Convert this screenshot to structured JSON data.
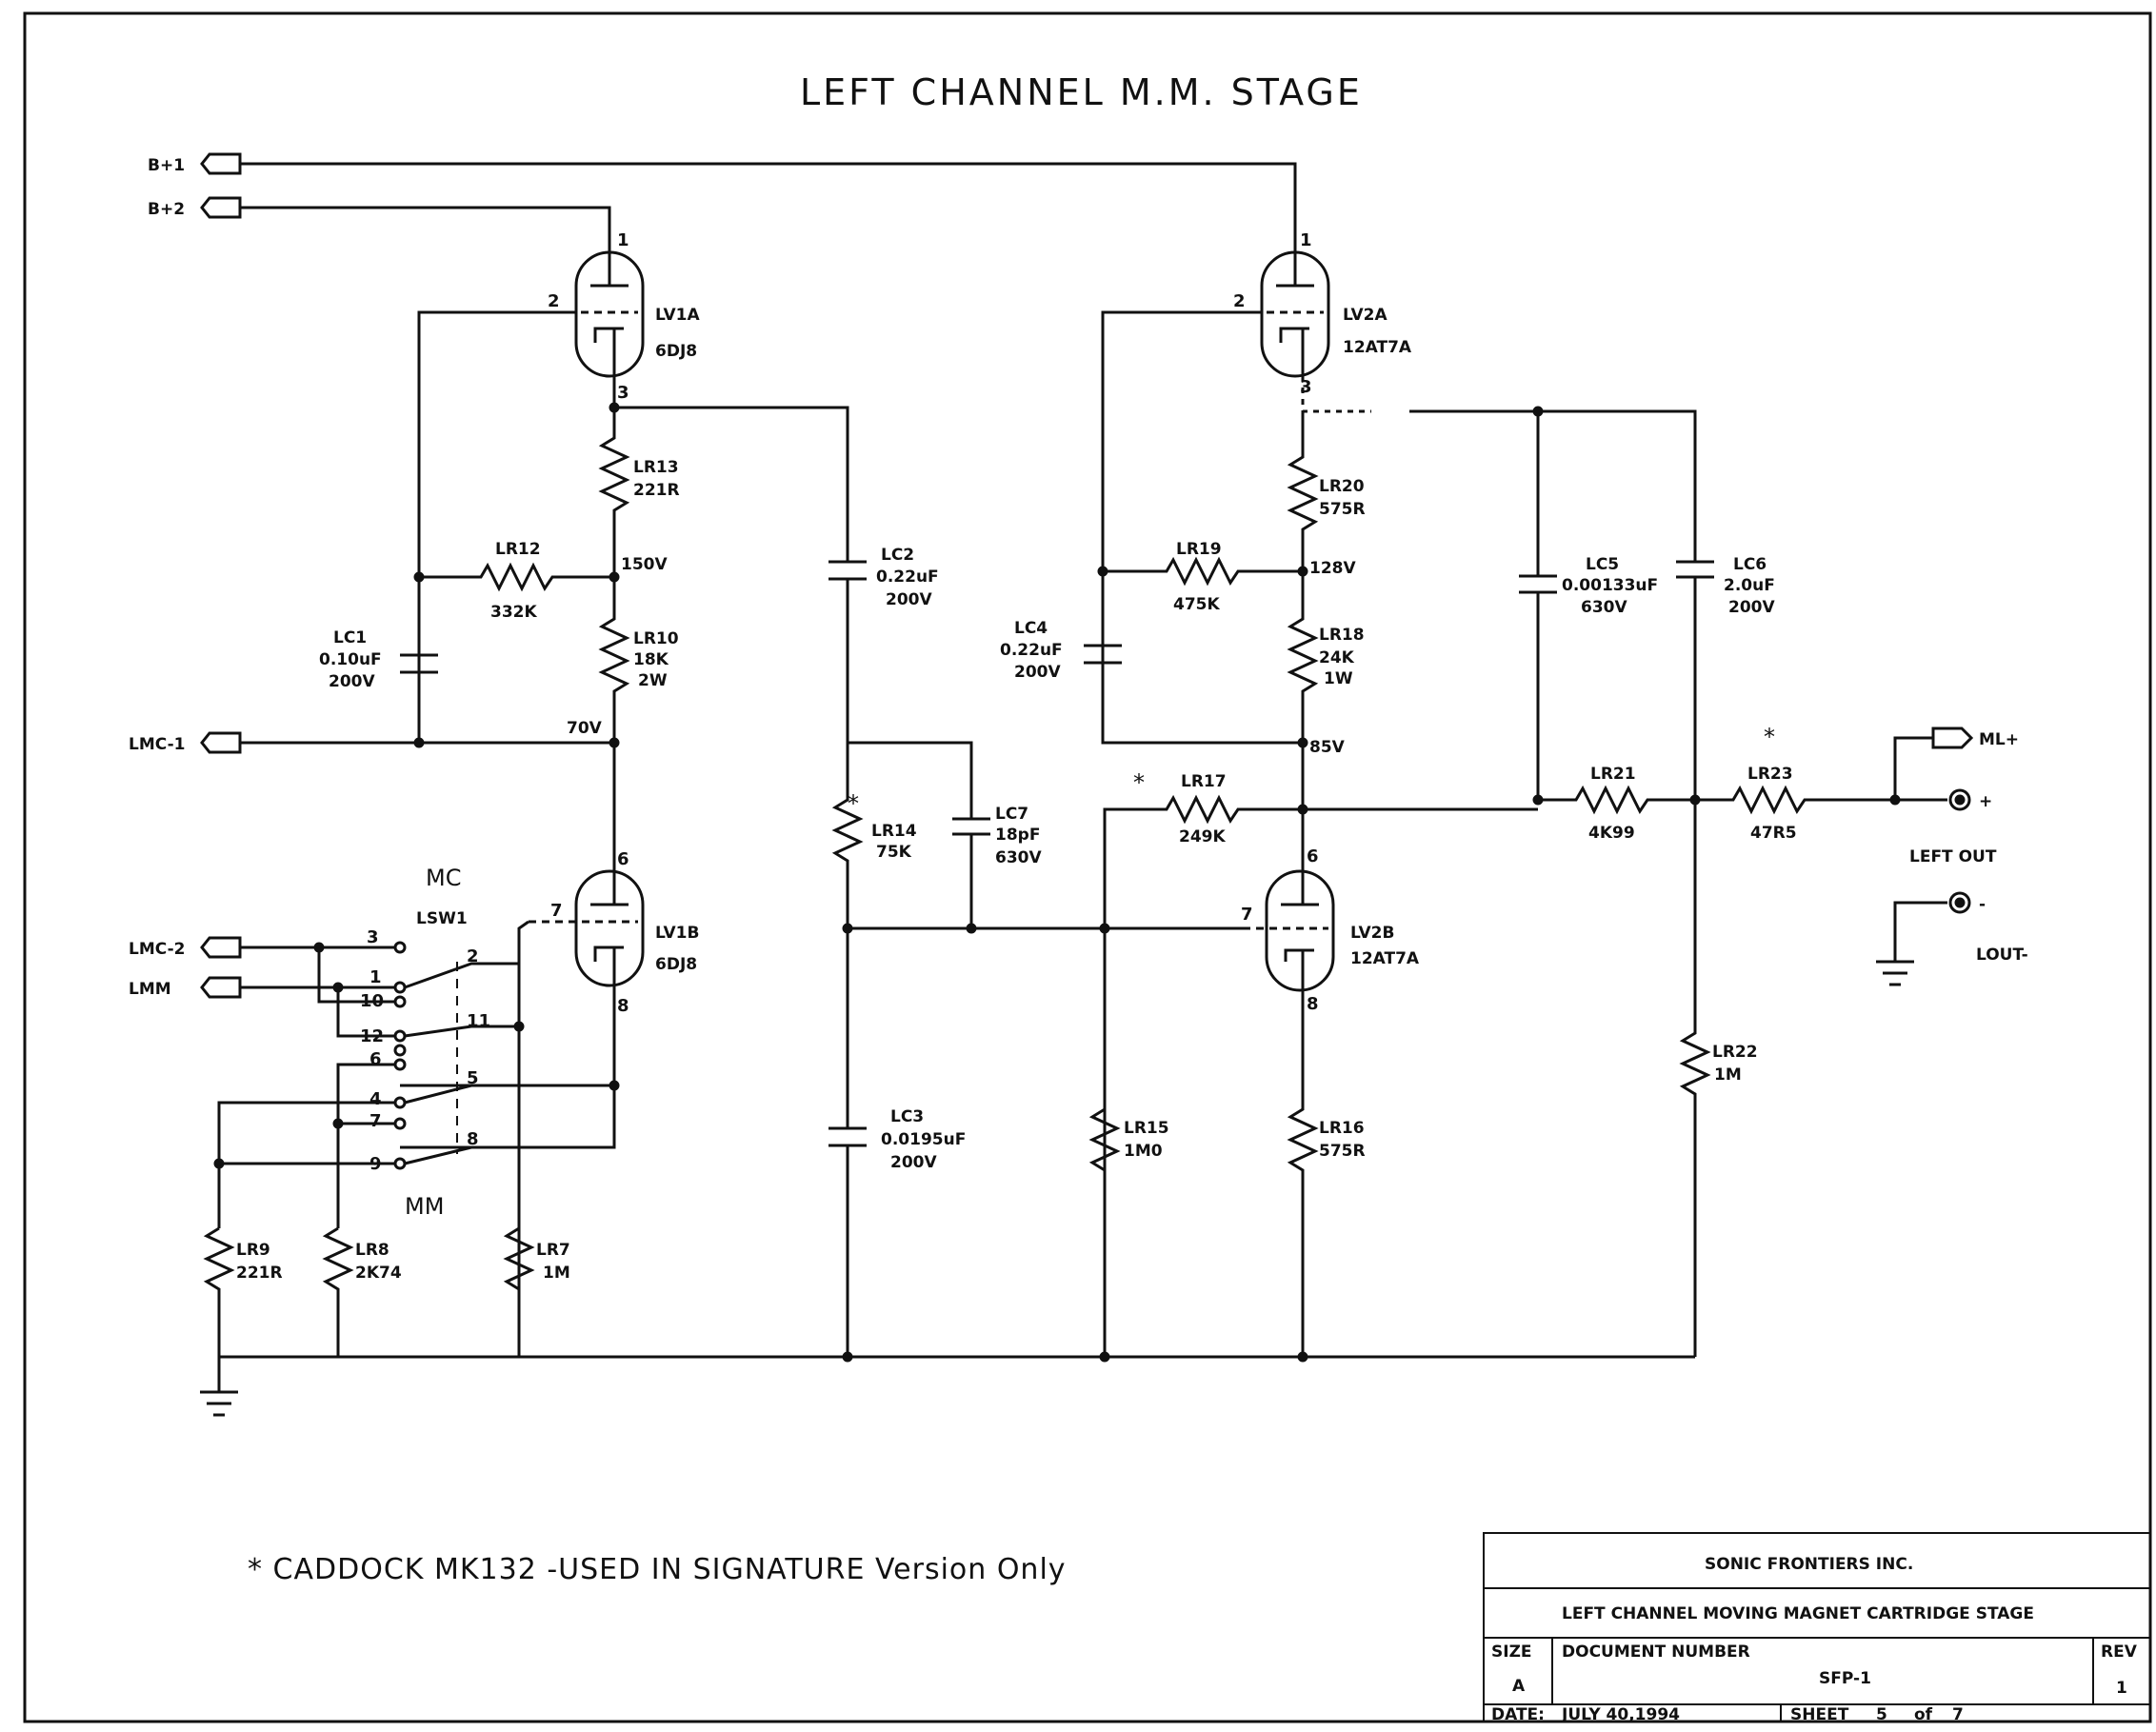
{
  "title": "LEFT CHANNEL M.M. STAGE",
  "ports": {
    "b1": "B+1",
    "b2": "B+2",
    "lmc1": "LMC-1",
    "lmc2": "LMC-2",
    "lmm": "LMM",
    "ml": "ML+",
    "lout_plus": "+",
    "lout_minus": "-",
    "left_out": "LEFT OUT",
    "lout": "LOUT-"
  },
  "tubes": {
    "lv1a": {
      "ref": "LV1A",
      "type": "6DJ8",
      "pins": [
        "1",
        "2",
        "3"
      ]
    },
    "lv1b": {
      "ref": "LV1B",
      "type": "6DJ8",
      "pins": [
        "6",
        "7",
        "8"
      ]
    },
    "lv2a": {
      "ref": "LV2A",
      "type": "12AT7A",
      "pins": [
        "1",
        "2",
        "3"
      ]
    },
    "lv2b": {
      "ref": "LV2B",
      "type": "12AT7A",
      "pins": [
        "6",
        "7",
        "8"
      ]
    }
  },
  "resistors": {
    "lr13": {
      "ref": "LR13",
      "value": "221R"
    },
    "lr12": {
      "ref": "LR12",
      "value": "332K"
    },
    "lr10": {
      "ref": "LR10",
      "value": "18K",
      "extra": "2W"
    },
    "lr14": {
      "ref": "LR14",
      "value": "75K"
    },
    "lr20": {
      "ref": "LR20",
      "value": "575R"
    },
    "lr19": {
      "ref": "LR19",
      "value": "475K"
    },
    "lr18": {
      "ref": "LR18",
      "value": "24K",
      "extra": "1W"
    },
    "lr17": {
      "ref": "LR17",
      "value": "249K"
    },
    "lr15": {
      "ref": "LR15",
      "value": "1M0"
    },
    "lr16": {
      "ref": "LR16",
      "value": "575R"
    },
    "lr21": {
      "ref": "LR21",
      "value": "4K99"
    },
    "lr23": {
      "ref": "LR23",
      "value": "47R5"
    },
    "lr22": {
      "ref": "LR22",
      "value": "1M"
    },
    "lr9": {
      "ref": "LR9",
      "value": "221R"
    },
    "lr8": {
      "ref": "LR8",
      "value": "2K74"
    },
    "lr7": {
      "ref": "LR7",
      "value": "1M"
    }
  },
  "capacitors": {
    "lc1": {
      "ref": "LC1",
      "value": "0.10uF",
      "voltage": "200V"
    },
    "lc2": {
      "ref": "LC2",
      "value": "0.22uF",
      "voltage": "200V"
    },
    "lc3": {
      "ref": "LC3",
      "value": "0.0195uF",
      "voltage": "200V"
    },
    "lc4": {
      "ref": "LC4",
      "value": "0.22uF",
      "voltage": "200V"
    },
    "lc5": {
      "ref": "LC5",
      "value": "0.00133uF",
      "voltage": "630V"
    },
    "lc6": {
      "ref": "LC6",
      "value": "2.0uF",
      "voltage": "200V"
    },
    "lc7": {
      "ref": "LC7",
      "value": "18pF",
      "voltage": "630V"
    }
  },
  "voltages": {
    "v150": "150V",
    "v70": "70V",
    "v128": "128V",
    "v85": "85V"
  },
  "switch": {
    "ref": "LSW1",
    "mc": "MC",
    "mm": "MM",
    "pins": [
      "1",
      "2",
      "3",
      "4",
      "5",
      "6",
      "7",
      "8",
      "9",
      "10",
      "11",
      "12"
    ]
  },
  "star": "*",
  "footnote": "* CADDOCK MK132 -USED IN SIGNATURE Version Only",
  "title_block": {
    "company": "SONIC FRONTIERS INC.",
    "description": "LEFT CHANNEL MOVING MAGNET CARTRIDGE STAGE",
    "size_label": "SIZE",
    "size": "A",
    "docnum_label": "DOCUMENT NUMBER",
    "docnum": "SFP-1",
    "rev_label": "REV",
    "rev": "1",
    "date_label": "DATE:",
    "date": "JULY 40,1994",
    "sheet_label": "SHEET",
    "sheet": "5",
    "of_label": "of",
    "of": "7"
  }
}
